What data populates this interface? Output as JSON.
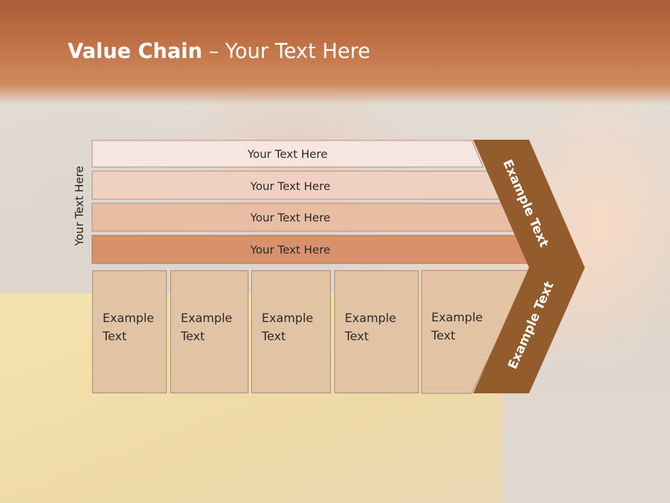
{
  "slide": {
    "title_bold": "Value Chain",
    "title_rest": " – Your Text Here",
    "side_label": "Your Text Here"
  },
  "bands": [
    {
      "label": "Your Text Here",
      "color": "#f6e6df"
    },
    {
      "label": "Your Text Here",
      "color": "#f0d1c1"
    },
    {
      "label": "Your Text Here",
      "color": "#e8bda3"
    },
    {
      "label": "Your Text Here",
      "color": "#d8916b"
    }
  ],
  "cells": [
    {
      "line1": "Example",
      "line2": "Text"
    },
    {
      "line1": "Example",
      "line2": "Text"
    },
    {
      "line1": "Example",
      "line2": "Text"
    },
    {
      "line1": "Example",
      "line2": "Text"
    },
    {
      "line1": "Example",
      "line2": "Text"
    }
  ],
  "chevron": {
    "top_label": "Example Text",
    "bottom_label": "Example Text",
    "color": "#935c2c"
  },
  "colors": {
    "header": "#c27448",
    "cell_fill": "#e2c3a4",
    "cell_border": "#a58a73"
  }
}
